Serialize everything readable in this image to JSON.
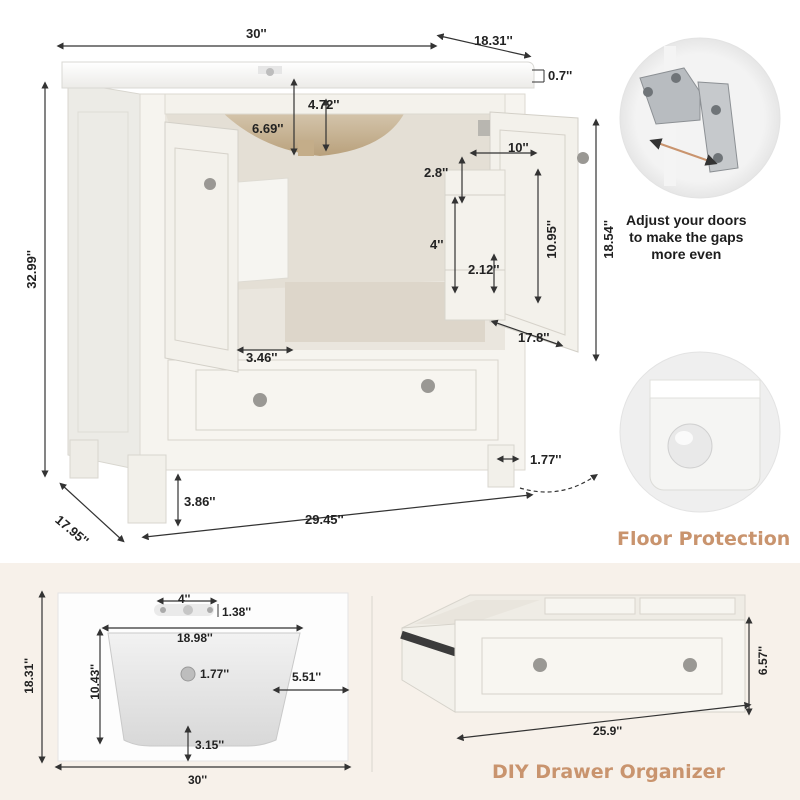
{
  "vanity": {
    "width": "30''",
    "depth_top": "18.31''",
    "top_thickness": "0.7''",
    "apron_height": "4.72''",
    "basin_depth": "6.69''",
    "total_height": "32.99''",
    "shelf_width": "10''",
    "shelf_top_gap": "2.8''",
    "shelf_height": "10.95''",
    "shelf_spacing": "4''",
    "shelf_lower_gap": "2.12''",
    "interior_height": "18.54''",
    "interior_depth": "17.8''",
    "door_offset": "3.46''",
    "foot_width": "1.77''",
    "leg_height": "3.86''",
    "base_width": "29.45''",
    "base_depth": "17.95''"
  },
  "hinge": {
    "note_lines": [
      "Adjust your doors",
      "to make the gaps",
      "more even"
    ]
  },
  "floor": {
    "caption": "Floor Protection"
  },
  "sink": {
    "faucet_spacing": "4''",
    "faucet_hole": "1.38''",
    "basin_width": "18.98''",
    "basin_depth": "10.43''",
    "drain": "1.77''",
    "side_margin": "5.51''",
    "front_margin": "3.15''",
    "depth": "18.31''",
    "width": "30''"
  },
  "drawer": {
    "height": "6.57''",
    "width": "25.9''",
    "caption": "DIY Drawer Organizer"
  },
  "colors": {
    "cabinet": "#f6f4ef",
    "accent_caption": "#c9946e",
    "bottom_band": "#f7f1ea"
  }
}
